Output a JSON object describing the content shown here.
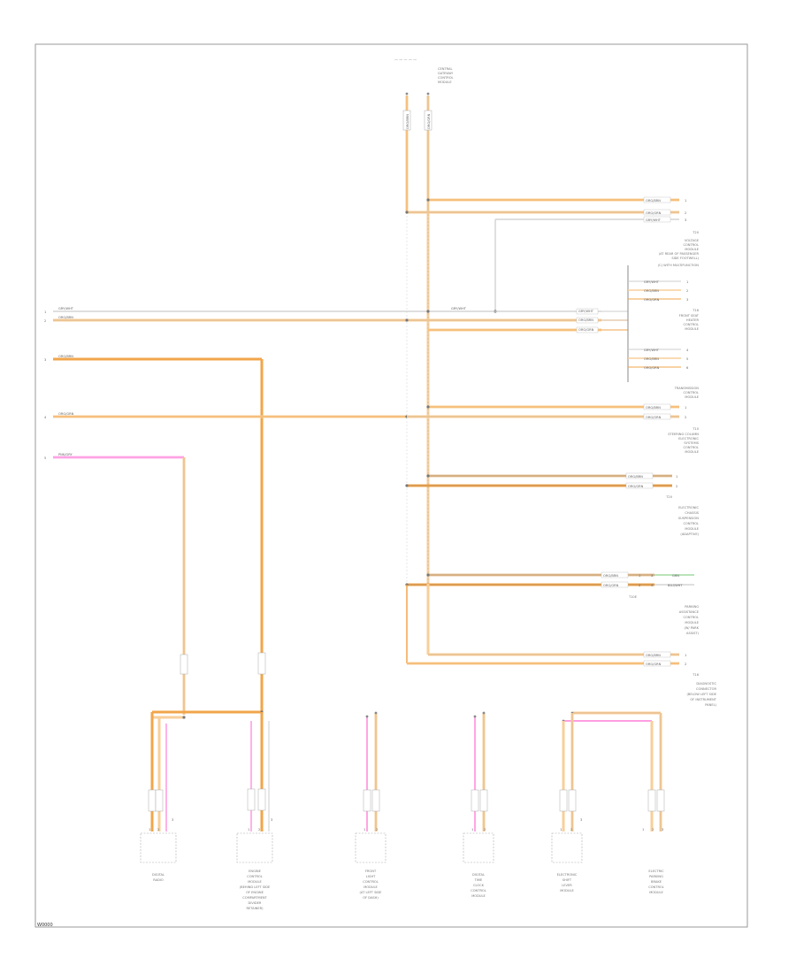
{
  "sheet": {
    "corner_code": "W0000"
  },
  "colors": {
    "orange": "#f2a54a",
    "orange_light": "#f8cf9a",
    "tan": "#d9b38a",
    "pink": "#ff7fd8",
    "gray": "#b5b5b5",
    "green": "#8fd48f",
    "frame": "#9a9a9a"
  },
  "top_connector": {
    "title_lines": [
      "CENTRAL",
      "GATEWAY",
      "CONTROL",
      "MODULE"
    ],
    "wire_labels": [
      "ORG/BRN",
      "ORG/GRN"
    ]
  },
  "left_side": {
    "pins": [
      "1",
      "2",
      "3",
      "4",
      "5"
    ],
    "wire_labels": [
      "GRY/WHT",
      "ORG/BRN",
      "ORG/BRN",
      "ORG/GRN",
      "PNK/GRY"
    ]
  },
  "right_blocks": [
    {
      "wire_labels": [
        "ORG/BRN",
        "ORG/GRN",
        "GRY/WHT"
      ],
      "pins": [
        "1",
        "2",
        "3"
      ],
      "caption_lines": [
        "T20",
        "VOLTAGE",
        "CONTROL",
        "MODULE",
        "(AT REAR OF PASSENGER",
        "SIDE FOOTWELL)",
        "(C) WITH MULTIFUNCTION"
      ]
    },
    {
      "wire_labels": [
        "GRY/WHT",
        "ORG/BRN",
        "ORG/GRN",
        "GRY/WHT",
        "ORG/BRN",
        "ORG/GRN"
      ],
      "pins": [
        "1",
        "2",
        "3",
        "4",
        "5",
        "6"
      ],
      "caption_lines": [
        "T16",
        "FRONT SEAT",
        "HEATER",
        "CONTROL",
        "MODULE"
      ]
    },
    {
      "wire_labels": [
        "ORG/BRN",
        "ORG/GRN"
      ],
      "pins": [
        "1",
        "2"
      ],
      "caption_lines": [
        "TRANSMISSION",
        "CONTROL",
        "MODULE",
        "T10",
        "STEERING COLUMN",
        "ELECTRONIC",
        "SYSTEMS",
        "CONTROL",
        "MODULE"
      ]
    },
    {
      "wire_labels": [
        "ORG/BRN",
        "ORG/GRN"
      ],
      "pins": [
        "1",
        "2"
      ],
      "caption_lines": [
        "T20",
        "ELECTRONIC",
        "CHASSIS",
        "SUSPENSION",
        "CONTROL",
        "MODULE",
        "(ADAPTIVE)"
      ]
    },
    {
      "wire_labels": [
        "ORG/BRN",
        "ORG/GRN",
        "GRN",
        "BLU/WHT"
      ],
      "pins": [
        "1",
        "2",
        "3",
        "4"
      ],
      "caption_lines": [
        "T10E",
        "PARKING",
        "ASSISTANCE",
        "CONTROL",
        "MODULE",
        "(W/ PARK",
        "ASSIST)"
      ]
    },
    {
      "wire_labels": [
        "ORG/BRN",
        "ORG/GRN"
      ],
      "pins": [
        "1",
        "2"
      ],
      "caption_lines": [
        "T16",
        "DIAGNOSTIC",
        "CONNECTOR",
        "(BELOW LEFT SIDE",
        "OF INSTRUMENT",
        "PANEL)"
      ]
    }
  ],
  "bottom_components": [
    {
      "name_lines": [
        "DIGITAL",
        "RADIO"
      ],
      "pins": [
        "1",
        "2",
        "3"
      ]
    },
    {
      "name_lines": [
        "ENGINE",
        "CONTROL",
        "MODULE",
        "(BEHIND LEFT SIDE",
        "OF ENGINE",
        "COMPARTMENT",
        "DIVIDER",
        "RETAINER)"
      ],
      "pins": [
        "1",
        "2",
        "3"
      ]
    },
    {
      "name_lines": [
        "FRONT",
        "LIGHT",
        "CONTROL",
        "MODULE",
        "(AT LEFT SIDE",
        "OF DASH)"
      ],
      "pins": [
        "1",
        "2"
      ]
    },
    {
      "name_lines": [
        "DIGITAL",
        "TIME",
        "CLOCK",
        "CONTROL",
        "MODULE"
      ],
      "pins": [
        "1",
        "2"
      ]
    },
    {
      "name_lines": [
        "ELECTRONIC",
        "SHIFT",
        "LEVER",
        "MODULE"
      ],
      "pins": [
        "1",
        "2",
        "3"
      ]
    },
    {
      "name_lines": [
        "ELECTRIC",
        "PARKING",
        "BRAKE",
        "CONTROL",
        "MODULE"
      ],
      "pins": [
        "1",
        "2",
        "3"
      ]
    }
  ]
}
